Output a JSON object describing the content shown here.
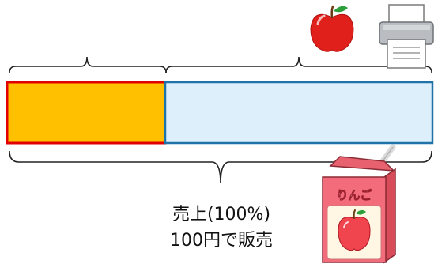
{
  "caption": {
    "line1": "売上(100%)",
    "line2": "100円で販売"
  },
  "juice_box": {
    "label": "りんご"
  },
  "colors": {
    "cost_segment_fill": "#FFC000",
    "cost_segment_border": "#E00000",
    "profit_segment_fill": "#DDEFFB",
    "profit_segment_border": "#1F73A8",
    "brace": "#222222",
    "apple_red": "#E0201B"
  },
  "icons": [
    "apple-icon",
    "printer-icon",
    "apple-juice-box-icon"
  ]
}
